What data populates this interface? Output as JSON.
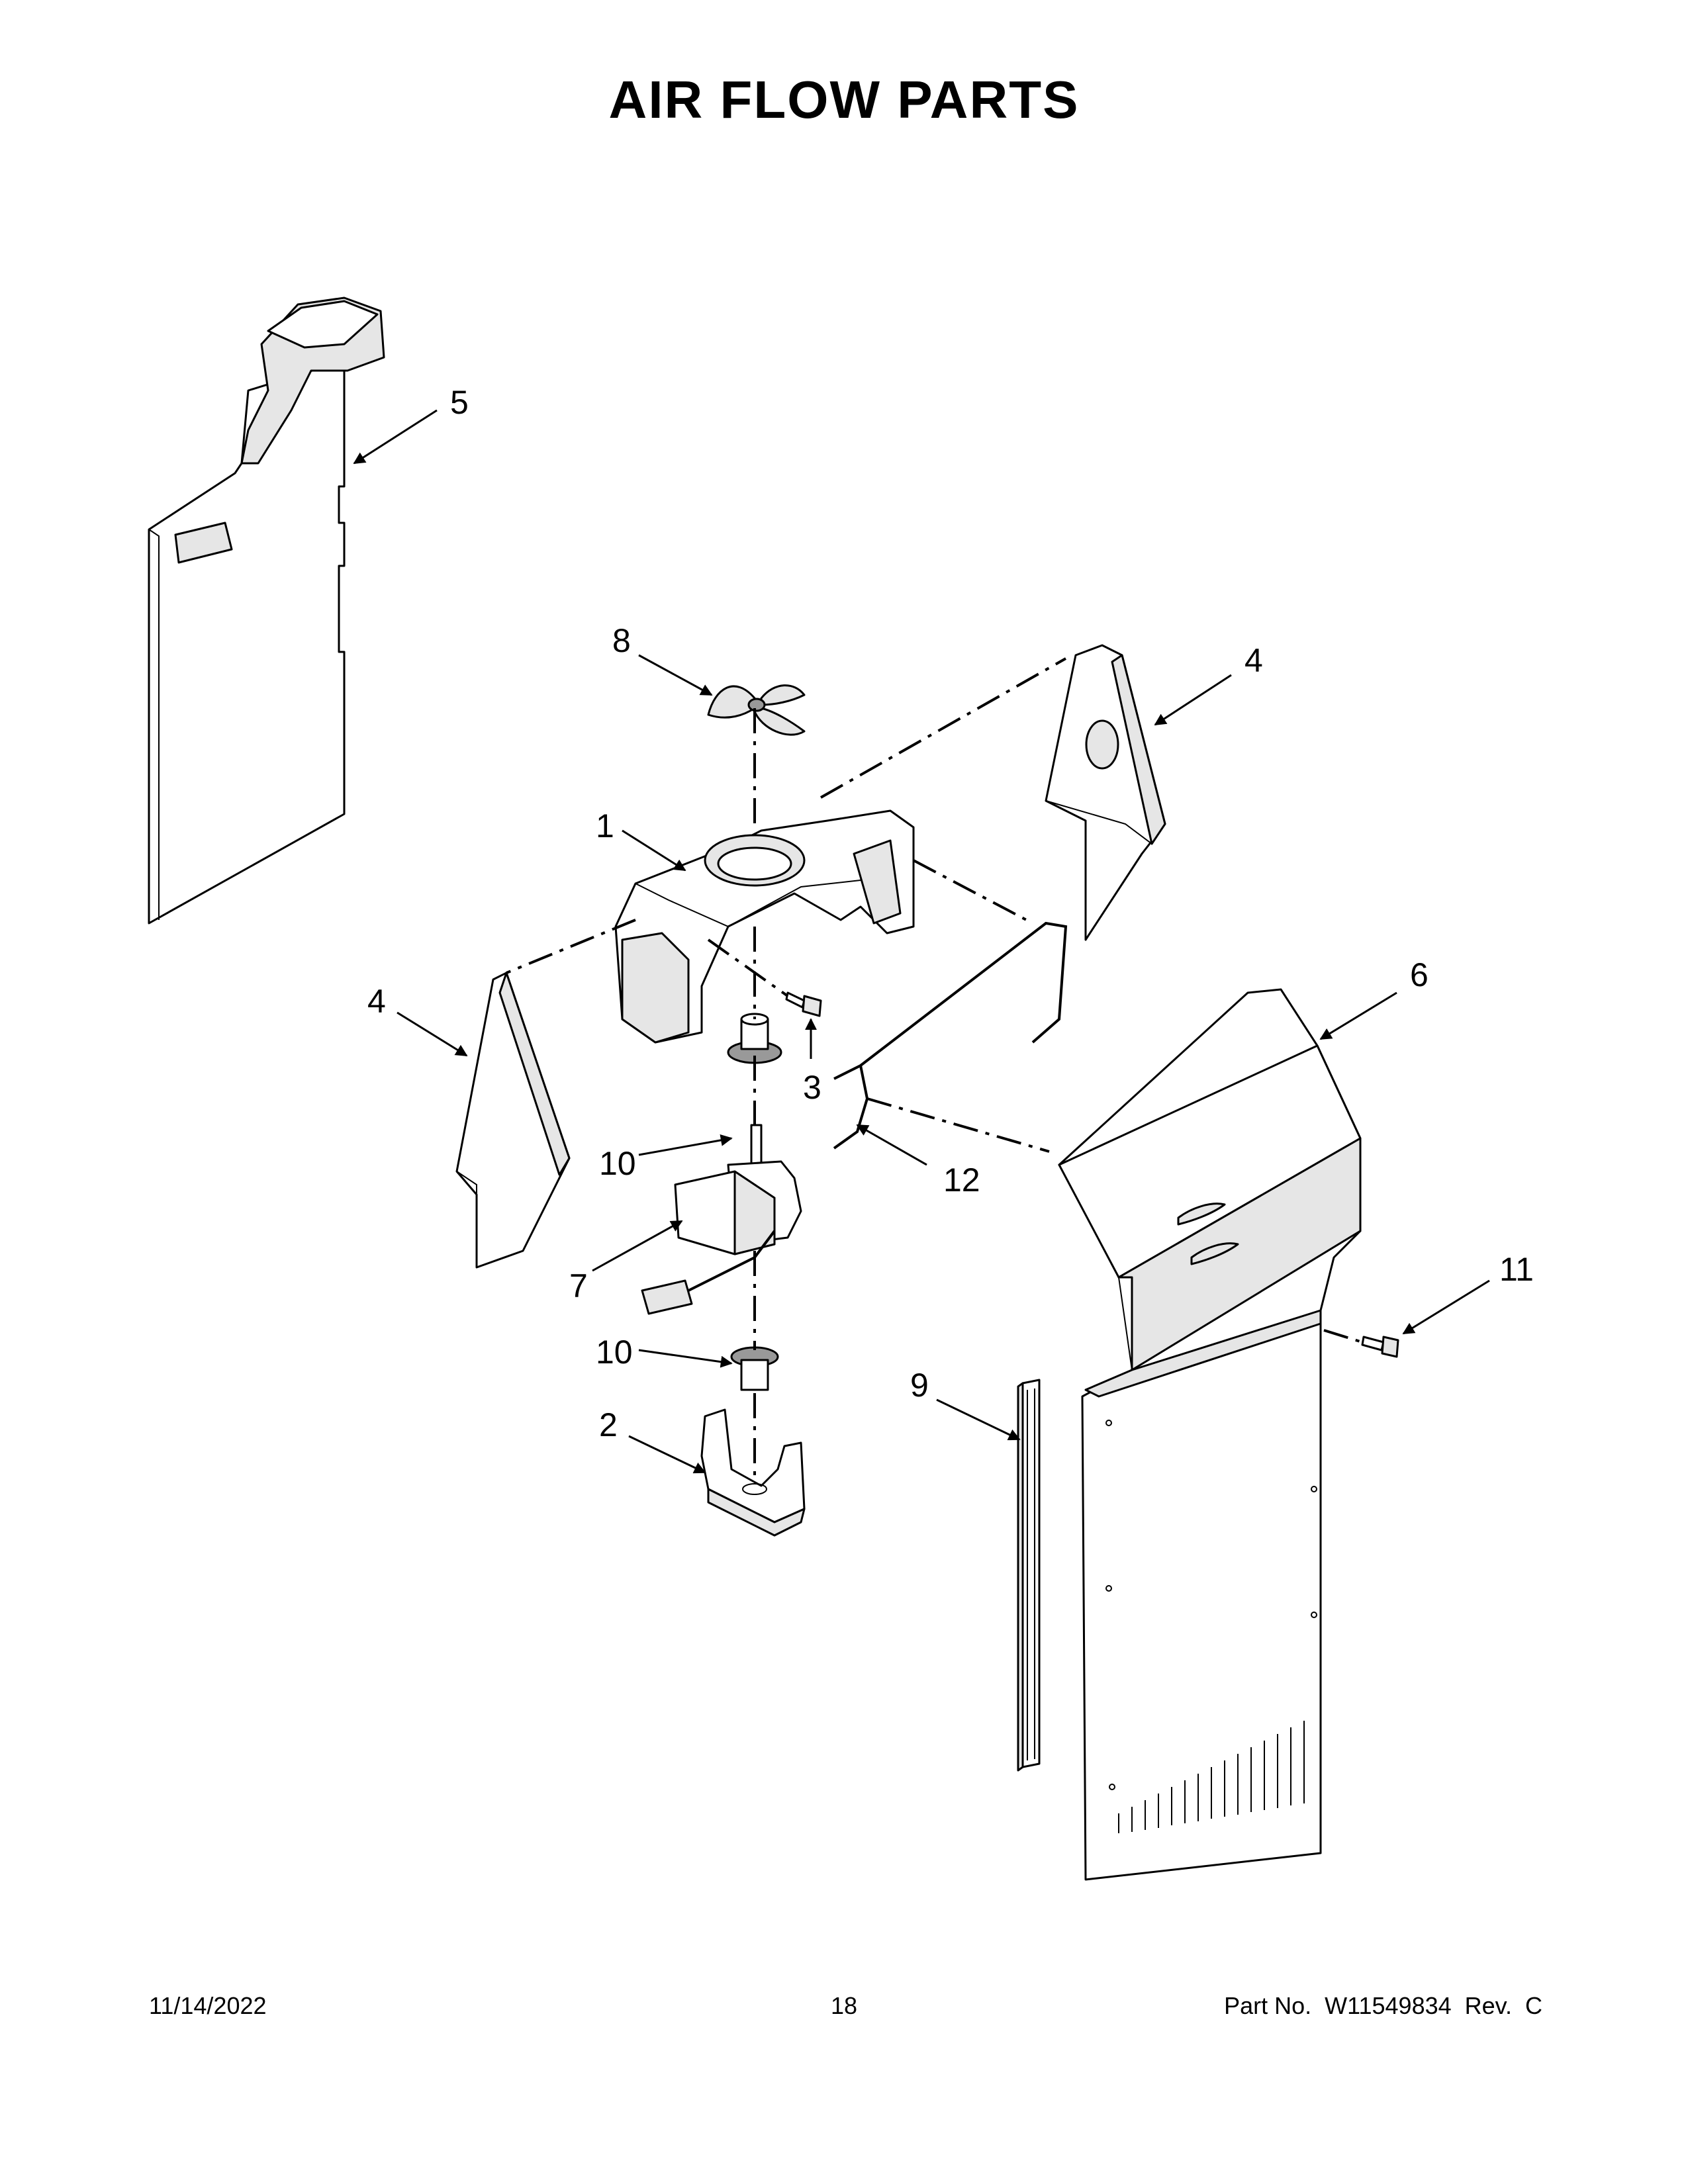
{
  "title": "AIR FLOW PARTS",
  "callouts": {
    "c1": "1",
    "c2": "2",
    "c3": "3",
    "c4_right": "4",
    "c4_left": "4",
    "c5": "5",
    "c6": "6",
    "c7": "7",
    "c8": "8",
    "c9": "9",
    "c10_upper": "10",
    "c10_lower": "10",
    "c11": "11",
    "c12": "12"
  },
  "footer": {
    "date": "11/14/2022",
    "page": "18",
    "part_no": "Part No.  W11549834  Rev.  C"
  }
}
